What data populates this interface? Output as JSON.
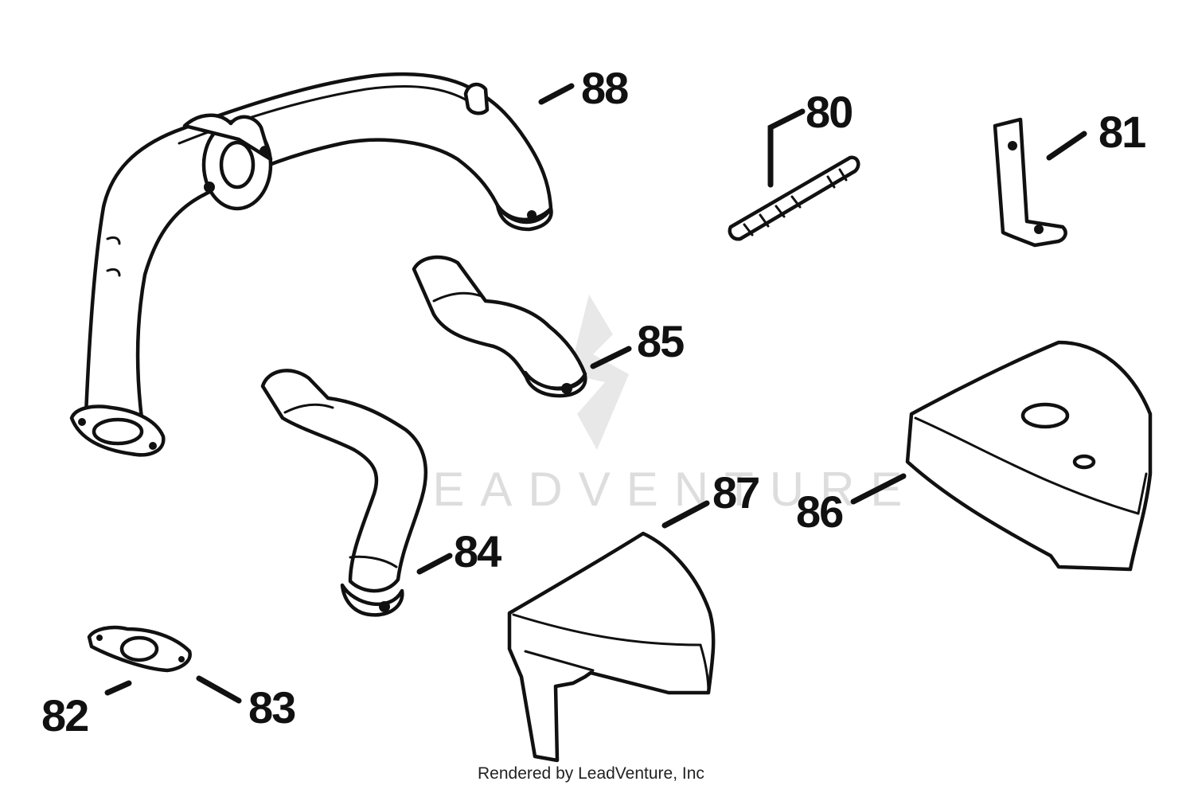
{
  "diagram": {
    "callouts": {
      "p80": "80",
      "p81": "81",
      "p82": "82",
      "p83": "83",
      "p84": "84",
      "p85": "85",
      "p86": "86",
      "p87": "87",
      "p88": "88"
    },
    "watermark": "LEADVENTURE",
    "footer": "Rendered by LeadVenture, Inc"
  },
  "colors": {
    "ink": "#111111",
    "background": "#ffffff",
    "watermark": "#dddddd"
  }
}
